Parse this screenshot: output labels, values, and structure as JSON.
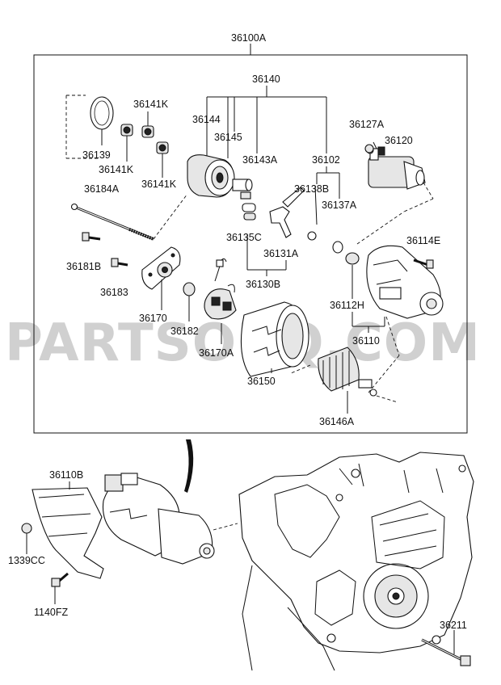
{
  "watermark": "PARTSOUQ.COM",
  "labels": {
    "p36100A": "36100A",
    "p36140": "36140",
    "p36141K_a": "36141K",
    "p36141K_b": "36141K",
    "p36141K_c": "36141K",
    "p36139": "36139",
    "p36144": "36144",
    "p36145": "36145",
    "p36143A": "36143A",
    "p36102": "36102",
    "p36127A": "36127A",
    "p36120": "36120",
    "p36138B": "36138B",
    "p36137A": "36137A",
    "p36184A": "36184A",
    "p36135C": "36135C",
    "p36131A": "36131A",
    "p36114E": "36114E",
    "p36181B": "36181B",
    "p36183": "36183",
    "p36130B": "36130B",
    "p36112H": "36112H",
    "p36170": "36170",
    "p36182": "36182",
    "p36110": "36110",
    "p36170A": "36170A",
    "p36150": "36150",
    "p36146A": "36146A",
    "p36110B": "36110B",
    "p1339CC": "1339CC",
    "p1140FZ": "1140FZ",
    "p36211": "36211"
  }
}
